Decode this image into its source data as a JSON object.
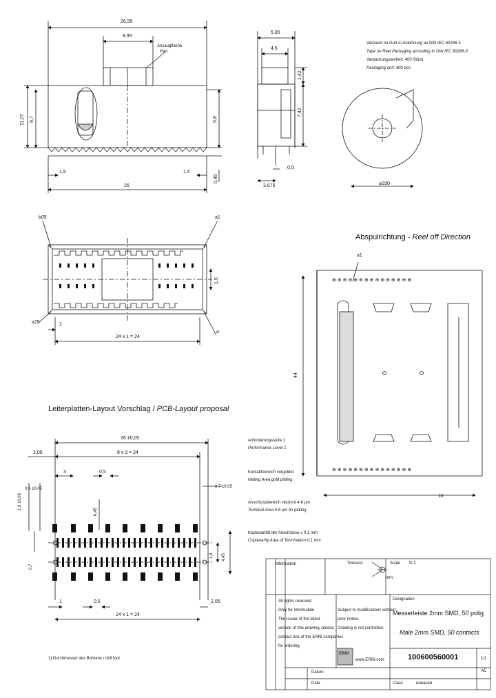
{
  "top_view": {
    "dim_overall": "26,55",
    "dim_inner": "8,95",
    "pickup_label_1": "Ansaugfläche",
    "pickup_label_2": "Pad",
    "dim_height_a": "11,07",
    "dim_height_b": "9,7",
    "dim_height_c": "5,8",
    "dim_pin": "1,5",
    "dim_pin2": "1,5",
    "dim_span": "26",
    "dim_offset": "0,45"
  },
  "side_view": {
    "dim_width": "5,85",
    "dim_inner": "4,6",
    "dim_top": "1,42",
    "dim_height": "7,42",
    "dim_bottom": "0,5",
    "dim_foot": "3,675"
  },
  "packaging": {
    "line1": "Verpackt im Gurt in Anlehnung an DIN IEC 60286-3",
    "line2": "Tape on Reel Packaging according to DIN IEC 60286-3",
    "line3": "Verpackungseinheit: 400 Stück",
    "line4": "Packaging unit: 400 pcs",
    "reel_dim": "330"
  },
  "bottom_view": {
    "label_b05": "b05",
    "label_a1": "a1",
    "label_a25": "a25",
    "label_a": "a",
    "dim_pitch": "1",
    "dim_row": "1,5",
    "dim_total": "24 x 1 = 24"
  },
  "reel_off": {
    "title": "Abspulrichtung - ",
    "title_italic": "Reel off Direction",
    "label_a1": "a1",
    "dim_tape": "44",
    "dim_pitch": "16"
  },
  "pcb_layout": {
    "title": "Leiterplatten-Layout Vorschlag / ",
    "title_italic": "PCB-Layout proposal",
    "dim_overall": "26 ±0,05",
    "dim_left": "2,05",
    "dim_holes": "8 x 3 = 24",
    "dim_3": "3",
    "dim_05": "0,5",
    "dim_drill": "0,7 ±0,05",
    "dim_h1": "1,0 ±0,05",
    "dim_h2": "0,9 ±0,05",
    "dim_v": "6,45",
    "dim_07": "0,7",
    "dim_15": "1,5",
    "dim_445": "4,45",
    "dim_1": "1",
    "dim_05b": "0,5",
    "dim_right": "2,05",
    "dim_total": "24 x 1 = 24",
    "footnote": "1) Durchmesser des Bohrens / drill tool"
  },
  "notes": {
    "perf_de": "Anforderungsstufe 1",
    "perf_en": "Performance Level 1",
    "plating_de": "Kontaktbereich vergoldet",
    "plating_en": "Mating Area gold plating",
    "term_de": "Anschlussbereich verzinnt 4-6 µm",
    "term_en": "Terminal Area 4-6 µm tin plating",
    "coplan_de": "Koplanarität der Anschlüsse ≤ 0,1 mm",
    "coplan_en": "Coplanarity Area of Termination 0,1 mm"
  },
  "title_block": {
    "information": "Information",
    "tolerance": "Toleranz",
    "scale_label": "Scale",
    "scale": "5:1",
    "designation_label": "Designation",
    "title_de": "Messerleiste 2mm SMD, 50 polig",
    "title_en": "Male 2mm SMD, 50 contacts",
    "rights_1": "All rights reserved",
    "rights_2": "Only for information",
    "rights_3": "The issuer of the latest",
    "rights_4": "version of this drawing, please",
    "rights_5": "contact one of the ERNI companies",
    "rights_6": "for ordering",
    "subject_1": "Subject to modifications without",
    "subject_2": "prior notice.",
    "subject_3": "Drawing is not controlled.",
    "web": "www.ERNI.com",
    "logo": "ERNI",
    "part_number": "100600560001",
    "sheet": "1/1",
    "rev": "AE",
    "datum": "Datum",
    "date": "Date",
    "class": "Class",
    "status": "released",
    "unit": "mm"
  }
}
